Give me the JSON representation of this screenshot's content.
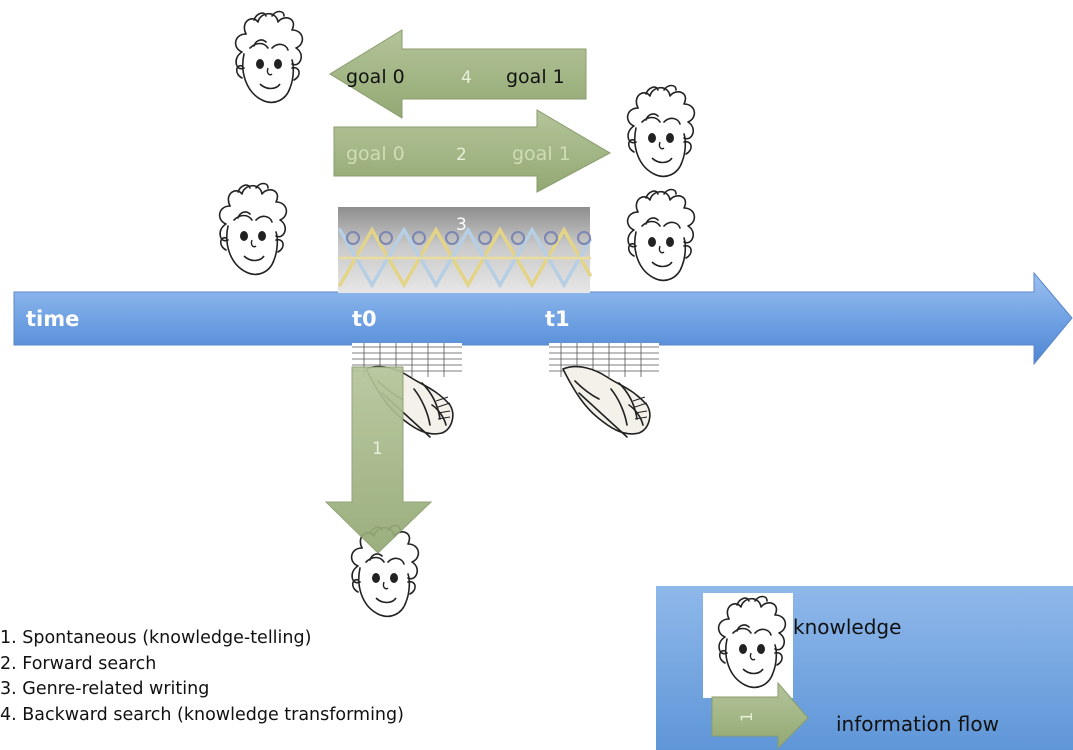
{
  "timeline": {
    "label": "time",
    "t0": "t0",
    "t1": "t1"
  },
  "arrows": {
    "backward": {
      "number": "4",
      "left": "goal 0",
      "right": "goal 1"
    },
    "forward": {
      "number": "2",
      "left": "goal 0",
      "right": "goal 1"
    },
    "genre": {
      "number": "3"
    },
    "spontaneous": {
      "number": "1"
    }
  },
  "list": [
    "1. Spontaneous (knowledge-telling)",
    "2. Forward search",
    "3. Genre-related writing",
    "4. Backward search (knowledge transforming)"
  ],
  "legend": {
    "knowledge": "knowledge",
    "flow_number": "1",
    "flow": "information flow"
  },
  "colors": {
    "timeline": "#6f9fe0",
    "arrow_green": "#9aae7c",
    "arrow_green_light": "#a9bb8c",
    "legend_bg": "#7aa9e3"
  }
}
